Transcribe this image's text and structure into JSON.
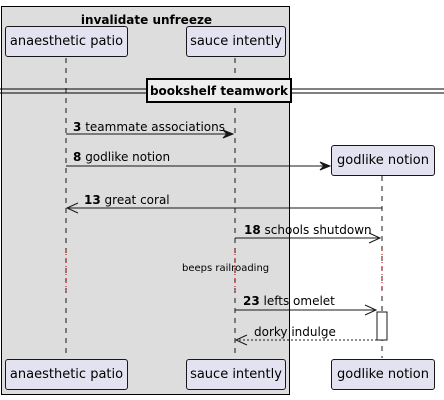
{
  "box": {
    "title": "invalidate unfreeze"
  },
  "participants": {
    "a": "anaesthetic patio",
    "s": "sauce intently",
    "g": "godlike notion"
  },
  "divider": {
    "label": "bookshelf teamwork"
  },
  "messages": [
    {
      "num": "3",
      "text": "teammate associations"
    },
    {
      "num": "8",
      "text": "godlike notion"
    },
    {
      "num": "13",
      "text": "great coral"
    },
    {
      "num": "18",
      "text": "schools shutdown"
    },
    {
      "num": "23",
      "text": "lefts omelet"
    },
    {
      "num": "",
      "text": "dorky indulge"
    }
  ],
  "delay": {
    "text": "beeps railroading"
  },
  "colors": {
    "participant_fill": "#e2e2f0",
    "box_fill": "#dddddd",
    "line": "#181818"
  }
}
